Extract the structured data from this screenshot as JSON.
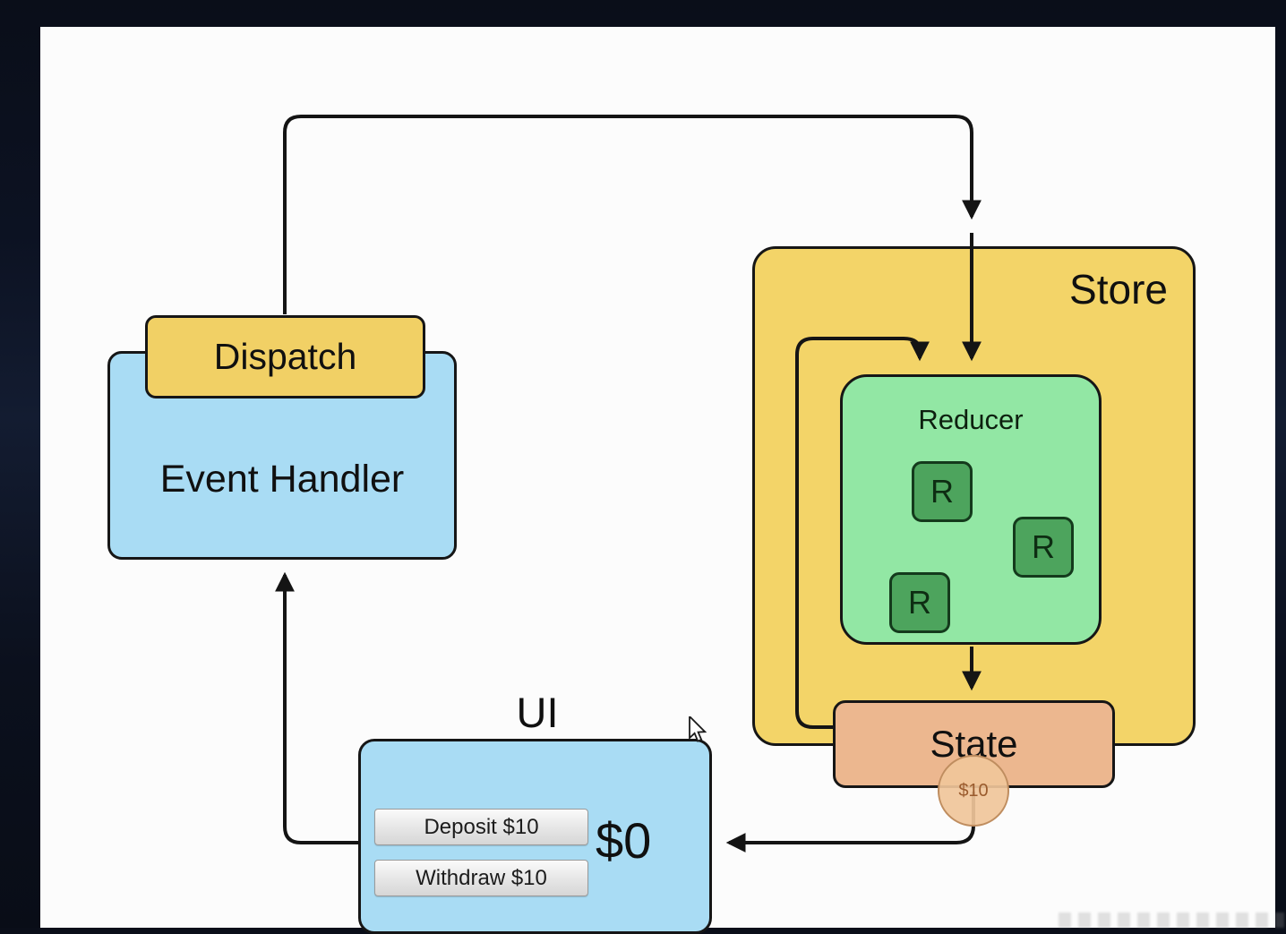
{
  "frame": {
    "bg": "#0b101d",
    "canvas_bg": "#fcfcfc"
  },
  "colors": {
    "yellow": "#f1d065",
    "store_yellow": "#f3d468",
    "blue": "#a9dcf4",
    "green": "#92e7a4",
    "green_dark": "#4da45d",
    "tan": "#ecb78f",
    "wire": "#141414"
  },
  "nodes": {
    "dispatch": {
      "label": "Dispatch"
    },
    "event_handler": {
      "label": "Event Handler"
    },
    "store": {
      "label": "Store"
    },
    "reducer": {
      "label": "Reducer",
      "badges": [
        {
          "label": "R"
        },
        {
          "label": "R"
        },
        {
          "label": "R"
        }
      ]
    },
    "state": {
      "label": "State",
      "amount_badge": "$10"
    },
    "ui": {
      "label": "UI",
      "balance": "$0",
      "buttons": [
        {
          "label": "Deposit $10"
        },
        {
          "label": "Withdraw $10"
        }
      ]
    }
  }
}
